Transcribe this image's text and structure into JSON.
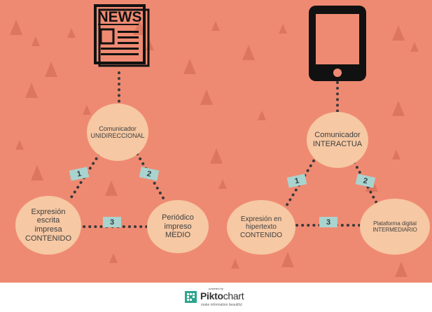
{
  "left_diagram": {
    "top_node": [
      "Comunicador",
      "UNIDIRECCIONAL"
    ],
    "left_node": [
      "Expresión",
      "escrita",
      "impresa",
      "CONTENIDO"
    ],
    "right_node": [
      "Periódico",
      "impreso",
      "MEDIO"
    ],
    "badges": [
      "1",
      "2",
      "3"
    ],
    "icon_text": "NEWS"
  },
  "right_diagram": {
    "top_node": [
      "Comunicador",
      "INTERACTUA"
    ],
    "left_node": [
      "Expresión en",
      "hipertexto",
      "CONTENIDO"
    ],
    "right_node": [
      "Plataforma digital",
      "INTERMEDIARIO"
    ],
    "badges": [
      "1",
      "2",
      "3"
    ]
  },
  "footer": {
    "powered_by": "powered by",
    "brand_a": "Pikto",
    "brand_b": "chart",
    "tagline": "make information beautiful"
  },
  "colors": {
    "background": "#ef8a72",
    "node_fill": "#f6c8a3",
    "badge_fill": "#a9d3cf",
    "dots": "#3a3a3a",
    "brand_green": "#2ca58d"
  },
  "icons": [
    "newspaper-icon",
    "tablet-icon",
    "piktochart-logo-icon"
  ]
}
